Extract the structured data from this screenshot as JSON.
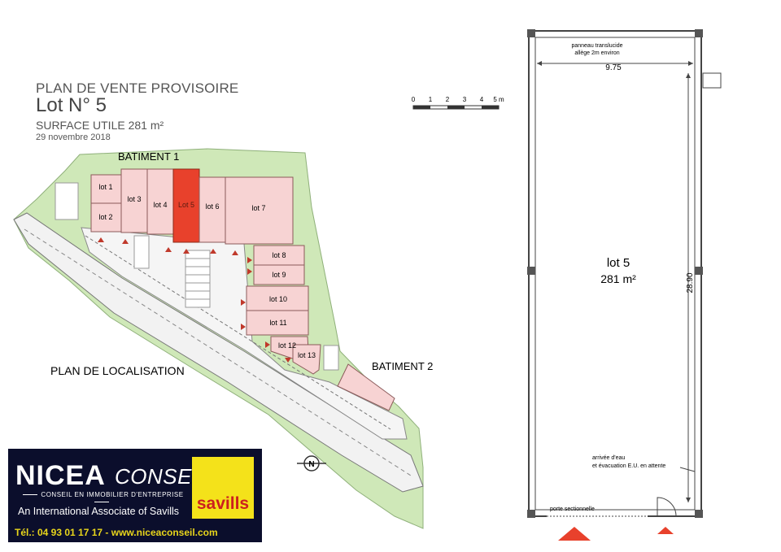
{
  "title": {
    "line1": "PLAN DE VENTE PROVISOIRE",
    "line2": "Lot N° 5",
    "line3": "SURFACE UTILE 281 m²",
    "date": "29 novembre 2018"
  },
  "scale_bar": {
    "ticks": [
      "0",
      "1",
      "2",
      "3",
      "4",
      "5 m"
    ]
  },
  "site_plan": {
    "batiment1": "BATIMENT 1",
    "batiment2": "BATIMENT 2",
    "localisation": "PLAN DE LOCALISATION",
    "north_letter": "N",
    "highlight_color": "#e8412c",
    "lot_color": "#f7d3d3",
    "green_color": "#cfe8b8",
    "lots": [
      {
        "label": "lot 1"
      },
      {
        "label": "lot 2"
      },
      {
        "label": "lot 3"
      },
      {
        "label": "lot 4"
      },
      {
        "label": "Lot 5",
        "highlighted": true
      },
      {
        "label": "lot 6"
      },
      {
        "label": "lot 7"
      },
      {
        "label": "lot 8"
      },
      {
        "label": "lot 9"
      },
      {
        "label": "lot 10"
      },
      {
        "label": "lot 11"
      },
      {
        "label": "lot 12"
      },
      {
        "label": "lot 13"
      }
    ]
  },
  "floor_plan": {
    "top_note_1": "panneau translucide",
    "top_note_2": "allège 2m environ",
    "width_dim": "9.75",
    "height_dim": "28.90",
    "lot_label": "lot 5",
    "lot_area": "281 m²",
    "water_note_1": "arrivée d'eau",
    "water_note_2": "et évacuation E.U. en attente",
    "door_label": "porte sectionnelle"
  },
  "logo": {
    "brand": "NICEA",
    "brand2": "CONSEIL",
    "tagline": "CONSEIL EN IMMOBILIER D'ENTREPRISE",
    "associate": "An International Associate of Savills",
    "contact": "Tél.: 04 93 01 17 17 - www.niceaconseil.com",
    "partner": "savills"
  }
}
